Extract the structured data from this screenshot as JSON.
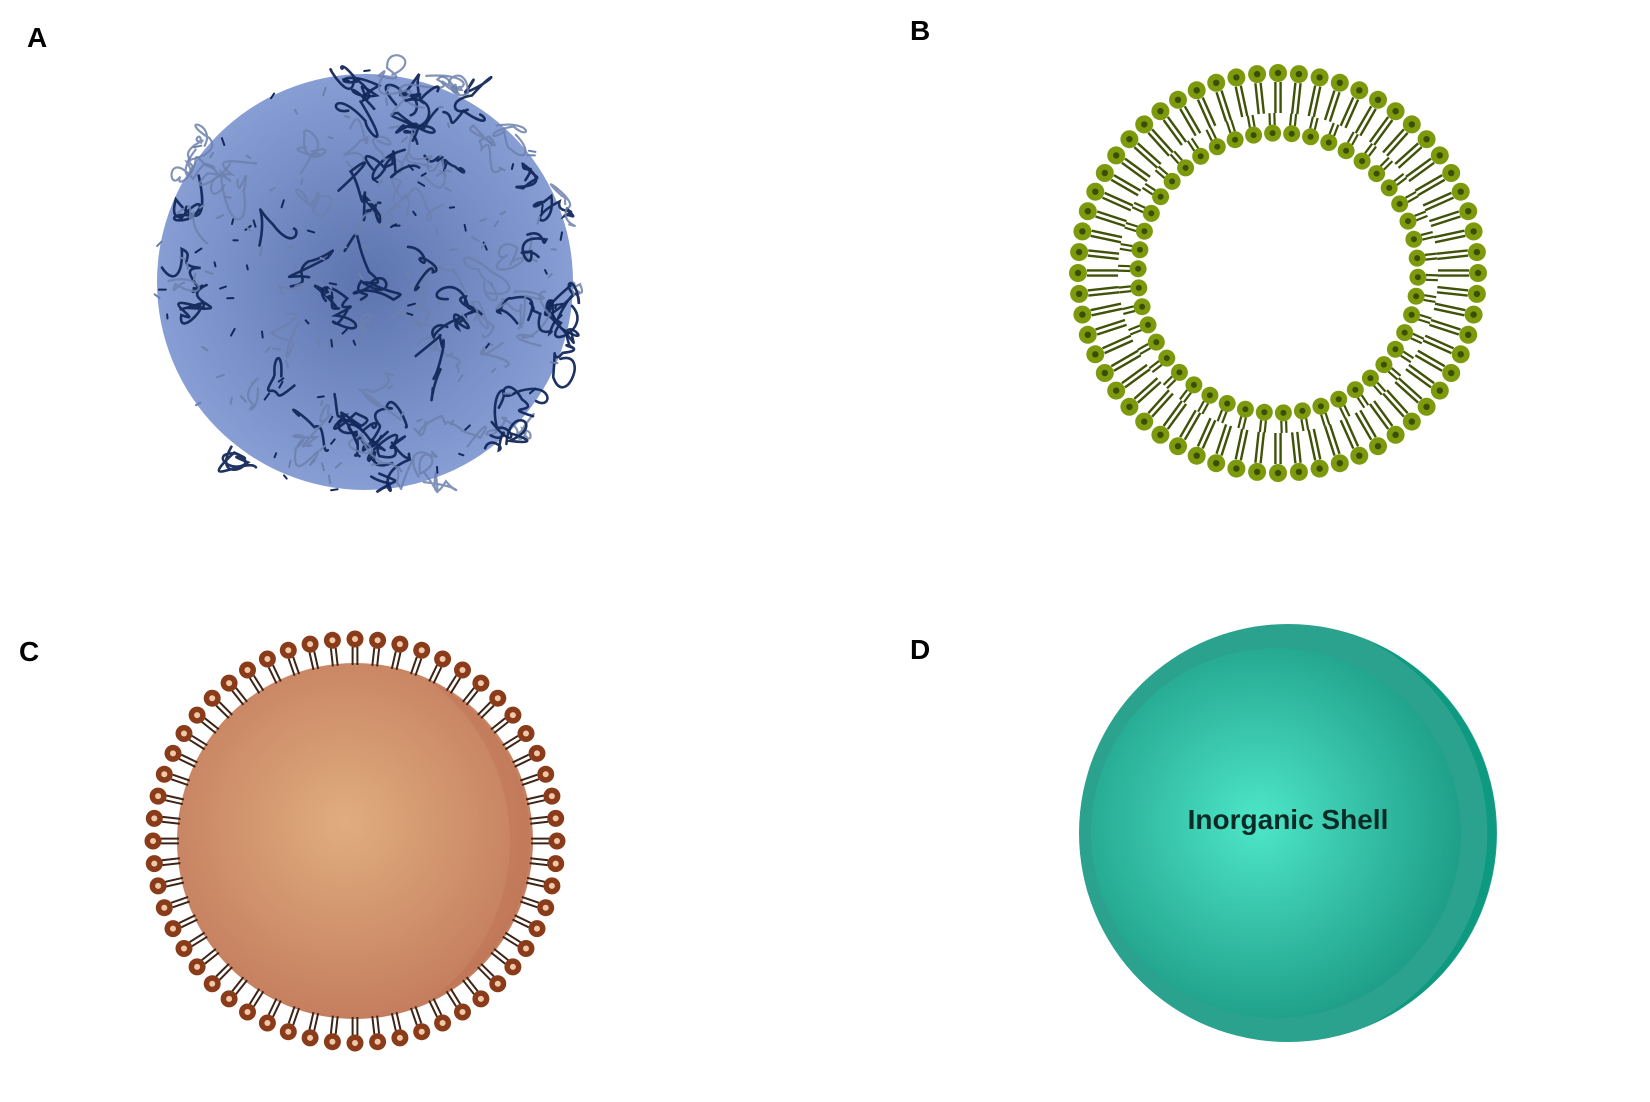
{
  "panels": [
    {
      "label": "A",
      "kind": "polymeric-nanoparticle",
      "colors": {
        "sphere": "#7f98d4",
        "sphere_core": "#4a64a6",
        "chain_dark": "#13285a",
        "chain_light": "#6c80ad"
      }
    },
    {
      "label": "B",
      "kind": "liposome",
      "colors": {
        "head": "#7d9a0c",
        "head_center": "#3c4d05",
        "tail": "#3f5207"
      }
    },
    {
      "label": "C",
      "kind": "lipid-nanoparticle",
      "colors": {
        "core_center": "#e0ad7f",
        "core_edge": "#c27a5c",
        "head": "#8a3c1a",
        "head_center": "#f0c8a8",
        "tail": "#3e2416"
      }
    },
    {
      "label": "D",
      "kind": "inorganic-nanoparticle",
      "shell_text": "Inorganic Shell",
      "colors": {
        "outer": "#2aa28d",
        "inner_center": "#4ee6c8",
        "inner_edge": "#1f9f88",
        "crescent": "#0e9a80",
        "text": "#0a2a26"
      }
    }
  ]
}
